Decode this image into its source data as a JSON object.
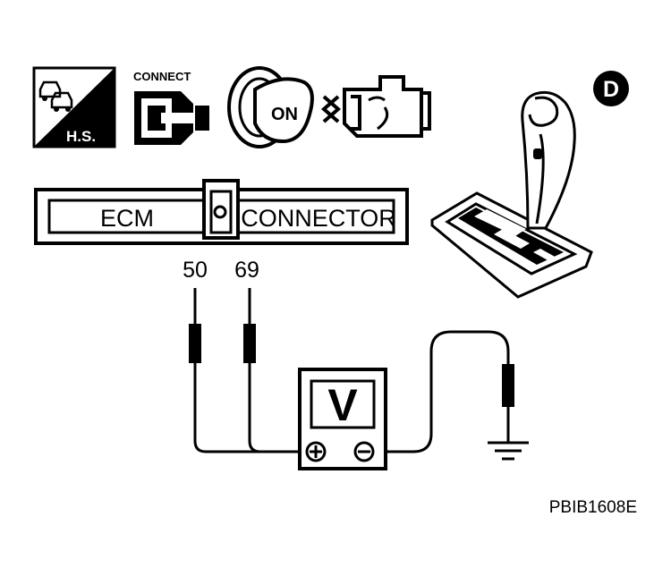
{
  "icons": {
    "hs_label": "H.S.",
    "connect_label": "CONNECT",
    "ignition_label": "ON",
    "shift_position": "D"
  },
  "connector": {
    "left_label": "ECM",
    "right_label": "CONNECTOR"
  },
  "terminals": [
    "50",
    "69"
  ],
  "meter": {
    "label": "V",
    "positive_symbol": "+",
    "negative_symbol": "−"
  },
  "figure_code": "PBIB1608E",
  "colors": {
    "ink": "#000000",
    "paper": "#ffffff"
  }
}
